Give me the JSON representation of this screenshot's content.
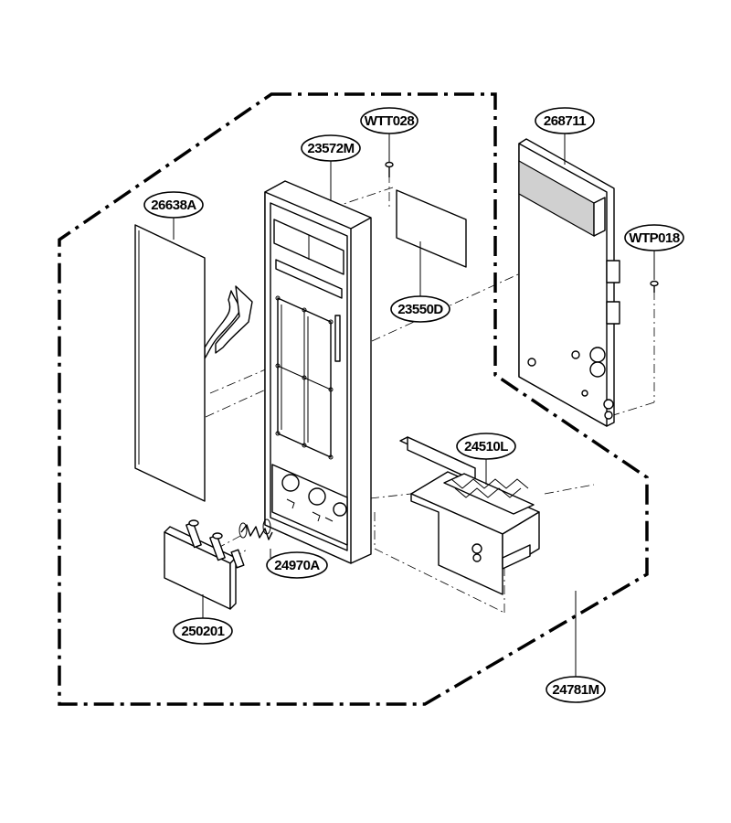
{
  "parts": [
    {
      "id": "WTT028"
    },
    {
      "id": "23572M"
    },
    {
      "id": "268711"
    },
    {
      "id": "26638A"
    },
    {
      "id": "WTP018"
    },
    {
      "id": "23550D"
    },
    {
      "id": "24510L"
    },
    {
      "id": "24970A"
    },
    {
      "id": "250201"
    },
    {
      "id": "24781M"
    }
  ]
}
